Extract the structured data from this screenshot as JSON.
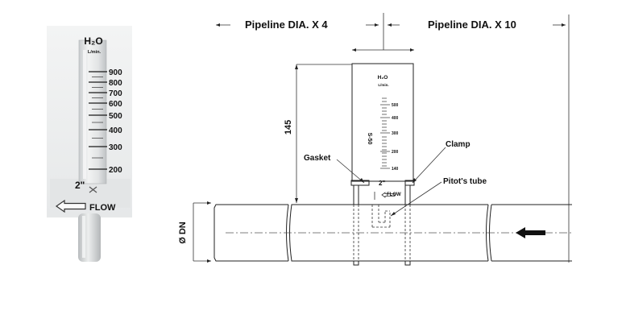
{
  "photo": {
    "fluid": "H₂O",
    "unit": "L/min.",
    "scale": [
      "900",
      "800",
      "700",
      "600",
      "500",
      "400",
      "300",
      "200"
    ],
    "size": "2\"",
    "flow": "FLOW"
  },
  "drawing": {
    "upstream": "Pipeline DIA. X 4",
    "downstream": "Pipeline DIA. X 10",
    "height": "145",
    "diameter": "Ø DN",
    "gasket": "Gasket",
    "clamp": "Clamp",
    "pitot": "Pitot's tube",
    "meter": {
      "fluid": "H₂O",
      "unit": "L/min.",
      "model": "S-50",
      "scale": [
        "500",
        "400",
        "300",
        "200",
        "140"
      ],
      "size": "2\"",
      "flow": "FLOW"
    }
  },
  "colors": {
    "line": "#222222",
    "photo_tube": "#d4d7d9",
    "photo_bg": "#eef0f1"
  }
}
